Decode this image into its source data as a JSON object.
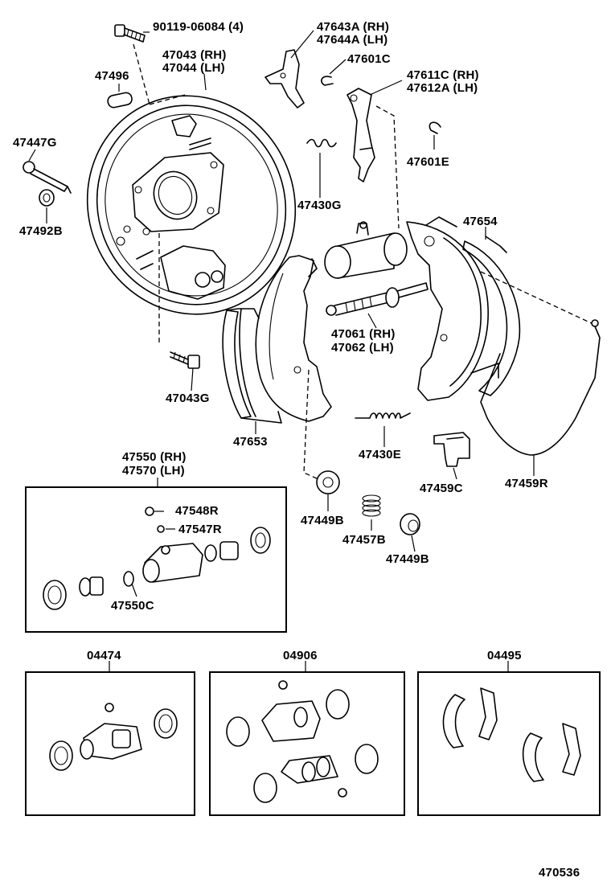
{
  "labels": {
    "bolt_90119": "90119-06084 (4)",
    "cover_rh": "47643A (RH)",
    "cover_lh": "47644A (LH)",
    "plate_rh": "47043 (RH)",
    "plate_lh": "47044 (LH)",
    "plug_47496": "47496",
    "clip_47601c": "47601C",
    "lever_rh": "47611C (RH)",
    "lever_lh": "47612A (LH)",
    "pin_47447g": "47447G",
    "clip_47601e": "47601E",
    "spring_47430g": "47430G",
    "cup_47492b": "47492B",
    "shoe_47654": "47654",
    "adjuster_rh": "47061 (RH)",
    "adjuster_lh": "47062 (LH)",
    "bolt_47043g": "47043G",
    "shoe_47653": "47653",
    "spring_47430e": "47430E",
    "cylinder_rh": "47550 (RH)",
    "cylinder_lh": "47570 (LH)",
    "bleeder_47548r": "47548R",
    "cap_47547r": "47547R",
    "spring_47550c": "47550C",
    "cup_47449b_a": "47449B",
    "spring_47457b": "47457B",
    "cup_47449b_b": "47449B",
    "spring_47459c": "47459C",
    "cable_47459r": "47459R",
    "kit_04474": "04474",
    "kit_04906": "04906",
    "kit_04495": "04495",
    "figure_number": "470536"
  }
}
